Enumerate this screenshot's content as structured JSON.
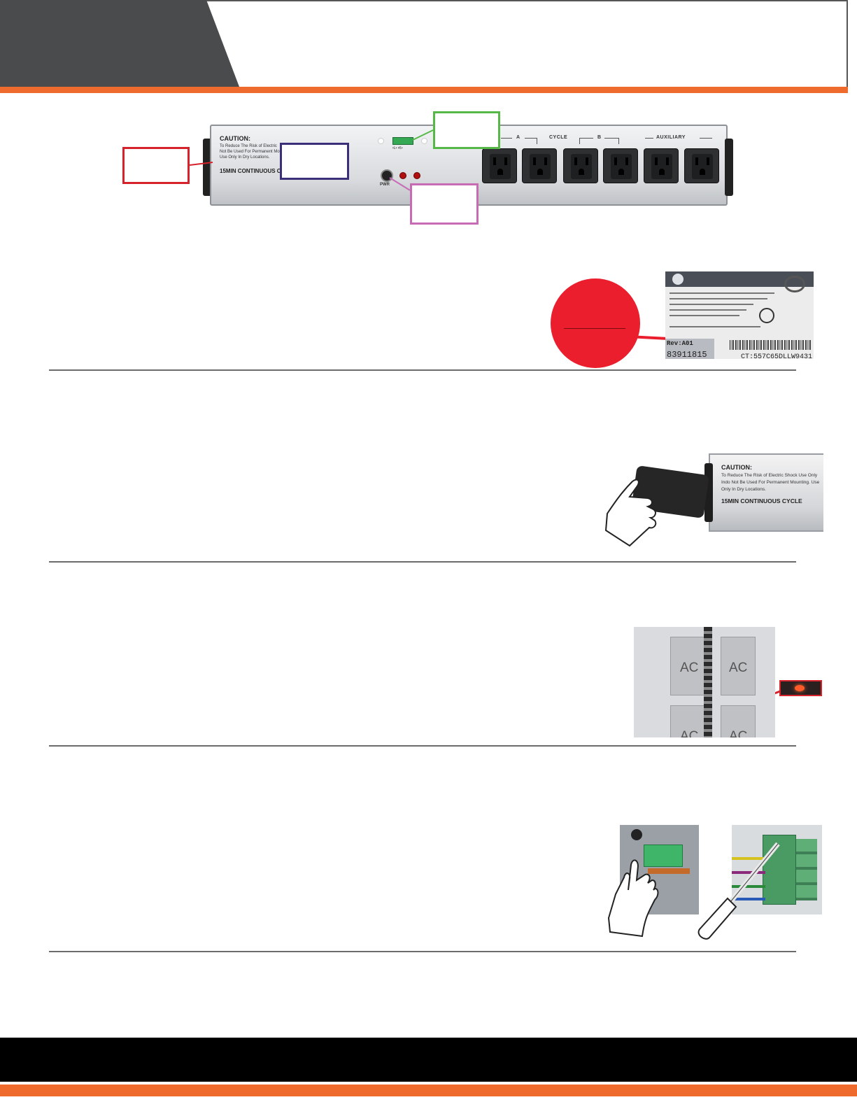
{
  "power_strip": {
    "caution_title": "CAUTION:",
    "caution_body": "To Reduce The Risk of Electric Not Be Used For Permanent Mo Use Only In Dry Locations.",
    "mode_label": "15MIN CONTINUOUS C",
    "terminal_label": "•L• •K•",
    "pwr_label": "PWR",
    "groups": {
      "a": "A",
      "cycle": "CYCLE",
      "b": "B",
      "aux": "AUXILIARY"
    }
  },
  "label_photo": {
    "rev": "Rev:A01",
    "number": "83911815",
    "ct": "CT:557C65DLLW9431"
  },
  "plug_unit": {
    "caution_title": "CAUTION:",
    "caution_body": "To Reduce The Risk of Electric Shock Use Only Indo Not Be Used For Permanent Mounting. Use Only In Dry Locations.",
    "mode_label": "15MIN CONTINUOUS CYCLE"
  },
  "rack_photo": {
    "label_1": "AC",
    "label_2": "AC",
    "label_3": "AC",
    "label_4": "AC"
  },
  "colors": {
    "accent": "#ef6b2d",
    "header_tab": "#4a4b4d",
    "red": "#ea1e2c",
    "green": "#56b947",
    "navy": "#3b2f7a",
    "pink": "#c76bb5"
  }
}
